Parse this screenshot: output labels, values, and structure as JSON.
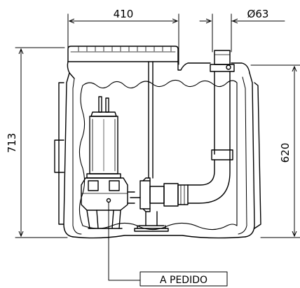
{
  "dimensions": {
    "width_top": "410",
    "pipe_diameter": "Ø63",
    "height_total": "713",
    "height_outlet": "620"
  },
  "callout": {
    "label": "A PEDIDO"
  }
}
